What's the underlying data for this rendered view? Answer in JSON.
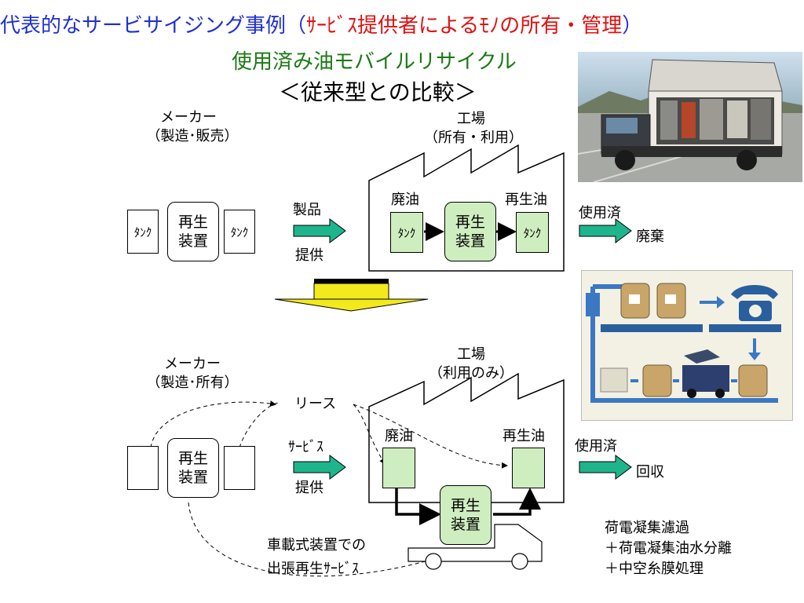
{
  "title": {
    "part1": "代表的なサービサイジング事例（",
    "part2": "ｻｰﾋﾞｽ提供者によるﾓﾉの所有・管理",
    "part3": "）"
  },
  "subtitle": "使用済み油モバイルリサイクル",
  "comparison": "＜従来型との比較＞",
  "top": {
    "maker_name": "メーカー",
    "maker_role": "（製造･販売）",
    "tank": "ﾀﾝｸ",
    "device_line1": "再生",
    "device_line2": "装置",
    "arrow_top": "製品",
    "arrow_bottom": "提供",
    "factory_name": "工場",
    "factory_role": "（所有・利用）",
    "waste_oil": "廃油",
    "recycled_oil": "再生油",
    "used": "使用済",
    "disposal": "廃棄"
  },
  "bottom": {
    "maker_name": "メーカー",
    "maker_role": "（製造･所有）",
    "lease": "リース",
    "arrow_top": "ｻｰﾋﾞｽ",
    "arrow_bottom": "提供",
    "factory_name": "工場",
    "factory_role": "（利用のみ）",
    "waste_oil": "廃油",
    "recycled_oil": "再生油",
    "used": "使用済",
    "collection": "回収",
    "vehicle_line1": "車載式装置での",
    "vehicle_line2": "出張再生ｻｰﾋﾞｽ"
  },
  "notes": [
    "荷電凝集濾過",
    "＋荷電凝集油水分離",
    "＋中空糸膜処理"
  ],
  "colors": {
    "title_blue": "#1f2fd0",
    "title_red": "#e01010",
    "subtitle_green": "#1a7a14",
    "teal_arrow": "#1fb58c",
    "down_arrow_yellow": "#f2ea1c",
    "light_green_box": "#cfeec0"
  },
  "photo_truck": "truck-photo",
  "photo_flow": "recycling-flow-illustration"
}
